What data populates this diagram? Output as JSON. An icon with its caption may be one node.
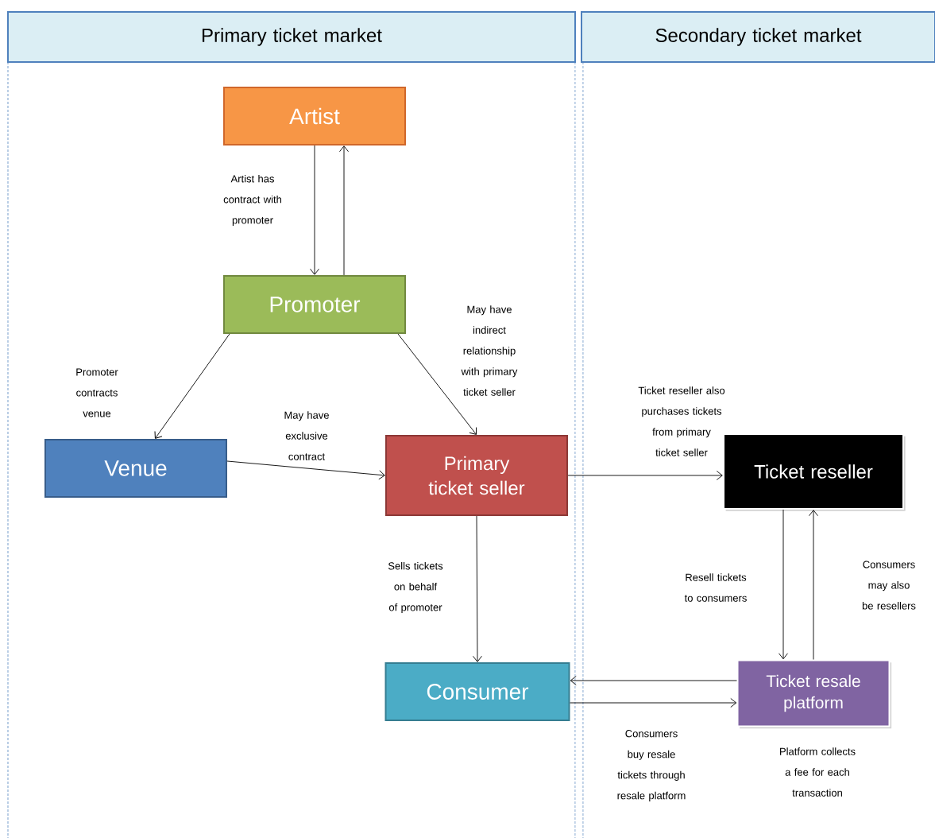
{
  "diagram": {
    "nodes": [
      {
        "text": [
          "Primary ticket market"
        ]
      },
      {
        "text": [
          "Secondary ticket market"
        ]
      },
      {
        "text": [
          "Artist"
        ]
      },
      {
        "text": [
          "Promoter"
        ]
      },
      {
        "text": [
          "Venue"
        ]
      },
      {
        "text": [
          "Primary ticket seller"
        ]
      },
      {
        "text": [
          "Consumer"
        ]
      },
      {
        "text": [
          "Ticket reseller"
        ]
      },
      {
        "text": [
          "Ticket resale platform"
        ],
        "beside": [
          "Platform collects a fee for each transaction"
        ]
      }
    ],
    "edges": [
      {
        "from": 2,
        "to": 3,
        "arrow": "to",
        "label": "Artist has contract with promoter"
      },
      {
        "from": 3,
        "to": 2,
        "arrow": "to"
      },
      {
        "from": 3,
        "to": 4,
        "arrow": "to",
        "label": "Promoter contracts venue"
      },
      {
        "from": 3,
        "to": 5,
        "arrow": "to",
        "label": "May have indirect relationship with primary ticket seller"
      },
      {
        "from": 4,
        "to": 5,
        "arrow": "to",
        "label": "May have exclusive contract"
      },
      {
        "from": 5,
        "to": 6,
        "arrow": "to",
        "label": "Sells tickets on behalf of promoter"
      },
      {
        "from": 5,
        "to": 7,
        "arrow": "to",
        "label": "Ticket reseller also purchases tickets from primary ticket seller"
      },
      {
        "from": 7,
        "to": 8,
        "arrow": "to",
        "label": "Resell tickets to consumers"
      },
      {
        "from": 8,
        "to": 7,
        "arrow": "to",
        "label": "Consumers may also be resellers"
      },
      {
        "from": 8,
        "to": 6,
        "arrow": "to"
      },
      {
        "from": 6,
        "to": 8,
        "arrow": "to",
        "label": "Consumers buy resale tickets through resale platform"
      }
    ]
  }
}
